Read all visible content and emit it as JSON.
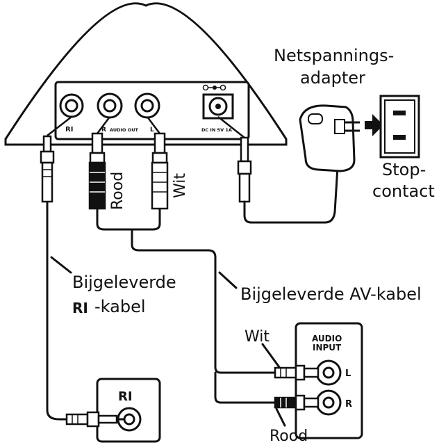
{
  "labels": {
    "adapter_line1": "Netspannings-",
    "adapter_line2": "adapter",
    "outlet_line1": "Stop-",
    "outlet_line2": "contact",
    "red_plug": "Rood",
    "white_plug": "Wit",
    "ri_cable_line1": "Bijgeleverde",
    "ri_cable_line2": "-kabel",
    "av_cable": "Bijgeleverde AV-kabel",
    "input_white": "Wit",
    "input_red": "Rood",
    "audio_input_line1": "AUDIO",
    "audio_input_line2": "INPUT",
    "input_l": "L",
    "input_r": "R",
    "device_ri": "RI",
    "cable_ri_logo": "RI"
  },
  "panel": {
    "ri": "RI",
    "r": "R",
    "audio_out": "AUDIO OUT",
    "l": "L",
    "dc_in": "DC IN 5V 1A"
  }
}
